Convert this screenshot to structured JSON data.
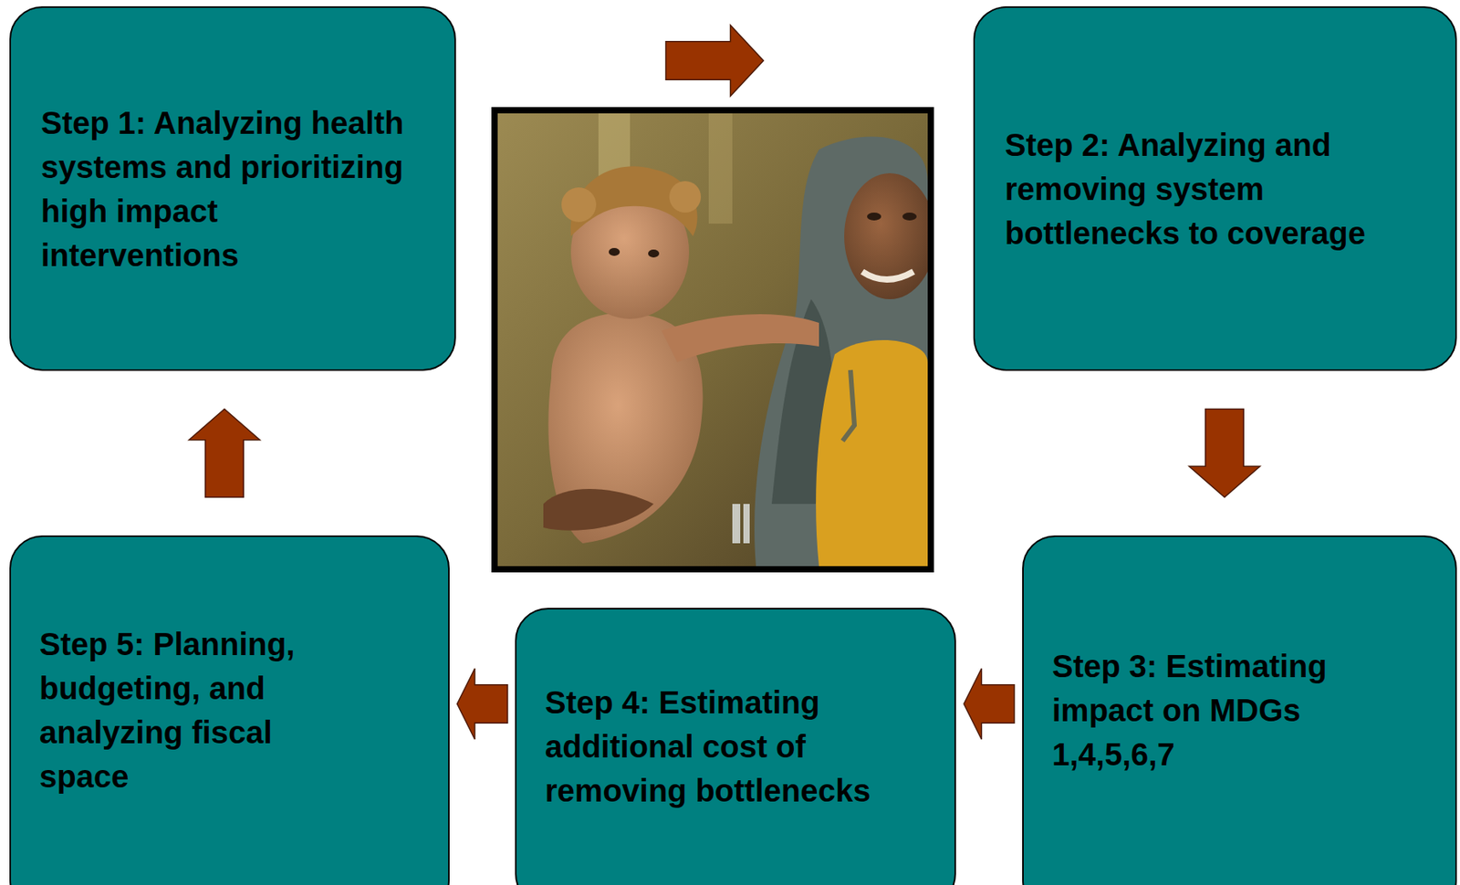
{
  "diagram": {
    "nodes": [
      {
        "text": [
          "Step 1: Analyzing health systems and prioritizing high impact interventions"
        ]
      },
      {
        "text": [
          "Step 2: Analyzing and removing system bottlenecks to coverage"
        ]
      },
      {
        "text": [
          "Step 3: Estimating impact on MDGs 1,4,5,6,7"
        ]
      },
      {
        "text": [
          "Step 4: Estimating additional cost of removing bottlenecks"
        ]
      },
      {
        "text": [
          "Step 5: Planning, budgeting, and analyzing fiscal space"
        ]
      }
    ],
    "edges": [
      {
        "from": 0,
        "to": 1,
        "arrow": "to"
      },
      {
        "from": 1,
        "to": 2,
        "arrow": "to"
      },
      {
        "from": 2,
        "to": 3,
        "arrow": "to"
      },
      {
        "from": 3,
        "to": 4,
        "arrow": "to"
      },
      {
        "from": 4,
        "to": 0,
        "arrow": "to"
      }
    ]
  }
}
